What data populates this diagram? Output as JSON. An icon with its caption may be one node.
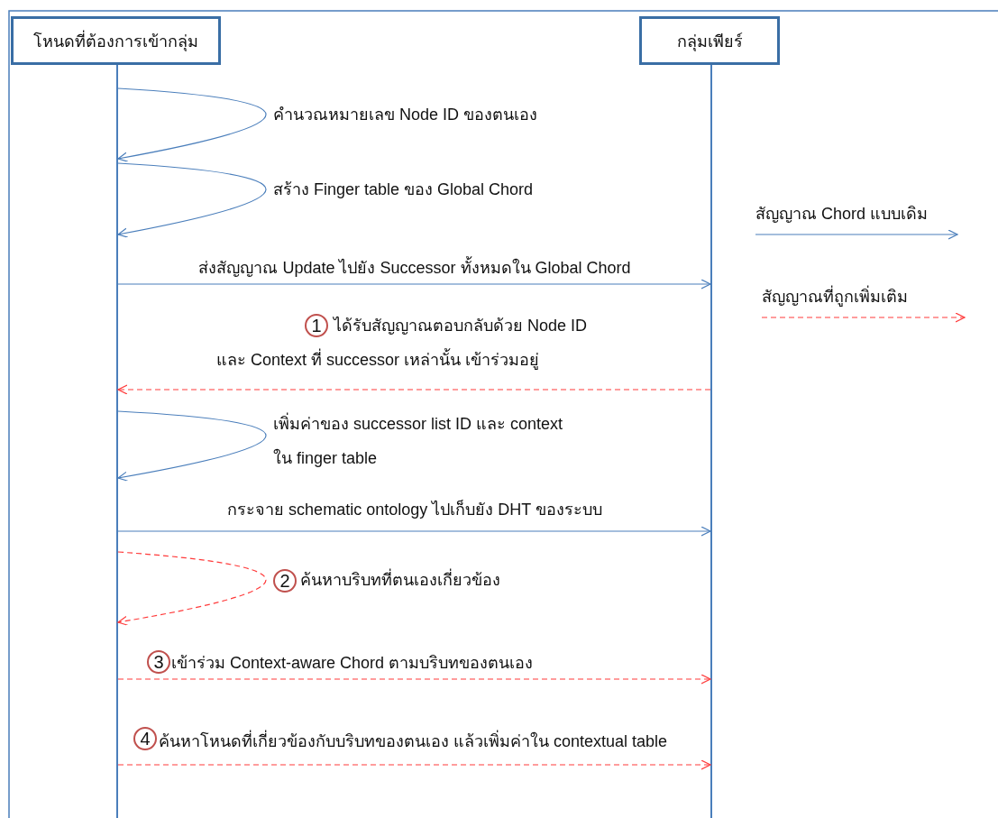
{
  "diagram": {
    "nodes": [
      {
        "text": [
          "โหนดที่ต้องการเข้ากลุ่ม"
        ]
      },
      {
        "text": [
          "กลุ่มเพียร์"
        ]
      },
      {
        "text": [],
        "shape": "bar"
      },
      {
        "text": [],
        "shape": "bar"
      }
    ],
    "edges": [
      {
        "from": 2,
        "to": 2,
        "arrow": "to",
        "label": "คำนวณหมายเลข Node ID ของตนเอง"
      },
      {
        "from": 2,
        "to": 2,
        "arrow": "to",
        "label": "สร้าง Finger table ของ Global Chord"
      },
      {
        "from": 2,
        "to": 3,
        "arrow": "to",
        "label": "ส่งสัญญาณ Update ไปยัง Successor ทั้งหมดใน Global Chord"
      },
      {
        "from": 3,
        "to": 2,
        "arrow": "to",
        "label": "ได้รับสัญญาณตอบกลับด้วย Node ID และ Context ที่ successor เหล่านั้น เข้าร่วมอยู่",
        "style": "dashed",
        "color": "#ff3b3b"
      },
      {
        "from": 2,
        "to": 2,
        "arrow": "to",
        "label": "เพิ่มค่าของ successor list ID และ context ใน finger table"
      },
      {
        "from": 2,
        "to": 3,
        "arrow": "to",
        "label": "กระจาย schematic ontology ไปเก็บยัง DHT ของระบบ"
      },
      {
        "from": 2,
        "to": 2,
        "arrow": "to",
        "label": "ค้นหาบริบทที่ตนเองเกี่ยวข้อง",
        "style": "dashed",
        "color": "#ff3b3b"
      },
      {
        "from": 2,
        "to": 3,
        "arrow": "to",
        "label": "เข้าร่วม Context-aware Chord ตามบริบทของตนเอง",
        "style": "dashed",
        "color": "#ff3b3b"
      },
      {
        "from": 2,
        "to": 3,
        "arrow": "to",
        "label": "ค้นหาโหนดที่เกี่ยวข้องกับบริบทของตนเอง แล้วเพิ่มค่าใน contextual table",
        "style": "dashed",
        "color": "#ff3b3b"
      }
    ],
    "labels": [
      "1",
      "2",
      "3",
      "4"
    ],
    "legend": [
      {
        "text": "สัญญาณ Chord แบบเดิม"
      },
      {
        "text": "สัญญาณที่ถูกเพิ่มเติม"
      }
    ]
  }
}
